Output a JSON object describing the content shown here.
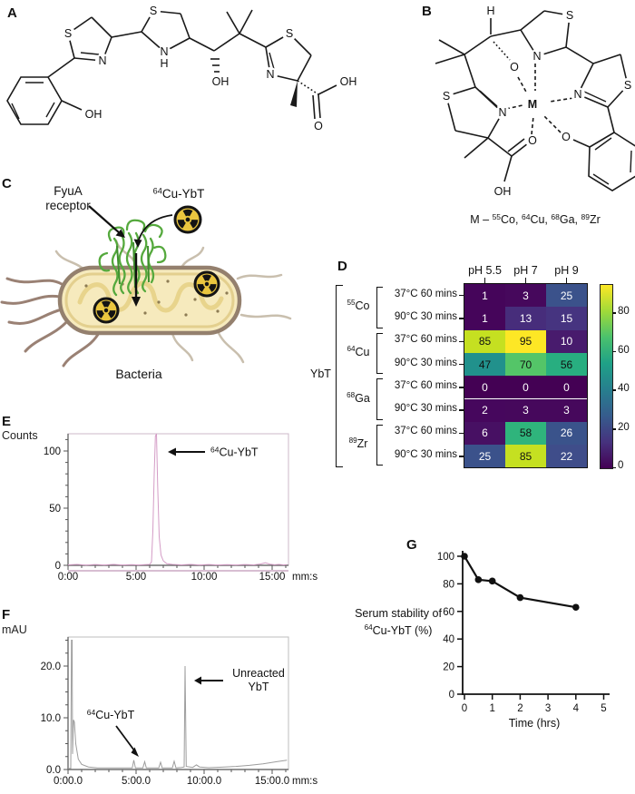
{
  "panels": {
    "a": "A",
    "b": "B",
    "c": "C",
    "d": "D",
    "e": "E",
    "f": "F",
    "g": "G"
  },
  "panel_a": {
    "atoms": {
      "s1": "S",
      "n1": "N",
      "oh_phenol": "OH",
      "s2": "S",
      "n2": "N",
      "nh": "H",
      "oh_chain": "OH",
      "s3": "S",
      "n3": "N",
      "oh_acid": "OH",
      "o_acid": "O"
    }
  },
  "panel_b": {
    "atoms": {
      "h": "H",
      "o_alkoxide": "O",
      "s_top": "S",
      "n_top": "N",
      "s_right": "S",
      "n_right": "N",
      "s_left": "S",
      "n_left": "N",
      "o_carbonyl": "O",
      "o_phenolate": "O",
      "oh_acid": "OH",
      "metal": "M"
    },
    "caption_parts": [
      {
        "t": "M – "
      },
      {
        "s": "55"
      },
      {
        "t": "Co, "
      },
      {
        "s": "64"
      },
      {
        "t": "Cu, "
      },
      {
        "s": "68"
      },
      {
        "t": "Ga, "
      },
      {
        "s": "89"
      },
      {
        "t": "Zr"
      }
    ]
  },
  "panel_c": {
    "receptor_label_line1": "FyuA",
    "receptor_label_line2": "receptor",
    "tracer_label_parts": [
      {
        "s": "64"
      },
      {
        "t": "Cu-YbT"
      }
    ],
    "caption": "Bacteria"
  },
  "chart_data": [
    {
      "id": "d_heatmap",
      "type": "heatmap",
      "panel": "D",
      "col_headers": [
        "pH 5.5",
        "pH 7",
        "pH 9"
      ],
      "row_groups": [
        {
          "isotope_parts": [
            {
              "s": "55"
            },
            {
              "t": "Co"
            }
          ]
        },
        {
          "isotope_parts": [
            {
              "s": "64"
            },
            {
              "t": "Cu"
            }
          ]
        },
        {
          "isotope_parts": [
            {
              "s": "68"
            },
            {
              "t": "Ga"
            }
          ]
        },
        {
          "isotope_parts": [
            {
              "s": "89"
            },
            {
              "t": "Zr"
            }
          ]
        }
      ],
      "row_labels": [
        "37°C 60 mins",
        "90°C 30 mins",
        "37°C 60 mins",
        "90°C 30 mins",
        "37°C 60 mins",
        "90°C 30 mins",
        "37°C 60 mins",
        "90°C 30 mins"
      ],
      "values": [
        [
          1,
          3,
          25
        ],
        [
          1,
          13,
          15
        ],
        [
          85,
          95,
          10
        ],
        [
          47,
          70,
          56
        ],
        [
          0,
          0,
          0
        ],
        [
          2,
          3,
          3
        ],
        [
          6,
          58,
          26
        ],
        [
          25,
          85,
          22
        ]
      ],
      "cell_colors": [
        [
          "#45055a",
          "#46085c",
          "#3b528b"
        ],
        [
          "#45055a",
          "#472d7b",
          "#463480"
        ],
        [
          "#c5e021",
          "#fde725",
          "#481b6d"
        ],
        [
          "#21918c",
          "#54c568",
          "#28ae80"
        ],
        [
          "#440154",
          "#440154",
          "#440154"
        ],
        [
          "#46075d",
          "#46085c",
          "#46085c"
        ],
        [
          "#471063",
          "#2fb47c",
          "#3a538b"
        ],
        [
          "#3b528b",
          "#c5e021",
          "#3f4d8a"
        ]
      ],
      "group_label": "YbT",
      "colorbar": {
        "tick_labels": [
          "80",
          "60",
          "40",
          "20",
          "0"
        ],
        "tick_values": [
          80,
          60,
          40,
          20,
          0
        ],
        "vmin": 0,
        "vmax": 95,
        "gradient": [
          "#440154",
          "#46327e",
          "#365c8d",
          "#277f8e",
          "#1fa187",
          "#4ac16d",
          "#a0da39",
          "#fde725"
        ]
      }
    },
    {
      "id": "e_radio_trace",
      "type": "line",
      "panel": "E",
      "ylabel": "Counts",
      "ytick_labels": [
        "100",
        "50",
        "0"
      ],
      "ytick_values": [
        100,
        50,
        0
      ],
      "xtick_labels": [
        "0:00",
        "5:00",
        "10:00",
        "15:00"
      ],
      "xtick_seconds": [
        0,
        300,
        600,
        900
      ],
      "x_unit": "mm:ss",
      "ylim": [
        0,
        120
      ],
      "annotation_parts": [
        {
          "s": "64"
        },
        {
          "t": "Cu-YbT"
        }
      ],
      "peak": {
        "time_mmss": "6:27",
        "counts": 115
      },
      "trace_color": "#d49cc6",
      "points": [
        [
          0,
          0.4
        ],
        [
          40,
          0.8
        ],
        [
          80,
          0.2
        ],
        [
          120,
          0.7
        ],
        [
          160,
          0.3
        ],
        [
          200,
          0.8
        ],
        [
          240,
          0.3
        ],
        [
          280,
          0.6
        ],
        [
          310,
          0.3
        ],
        [
          340,
          0.6
        ],
        [
          360,
          0.8
        ],
        [
          368,
          3
        ],
        [
          374,
          30
        ],
        [
          380,
          80
        ],
        [
          385,
          113
        ],
        [
          390,
          115
        ],
        [
          395,
          70
        ],
        [
          402,
          25
        ],
        [
          410,
          9
        ],
        [
          420,
          4
        ],
        [
          435,
          1.5
        ],
        [
          460,
          0.8
        ],
        [
          500,
          0.4
        ],
        [
          540,
          0.8
        ],
        [
          580,
          0.3
        ],
        [
          620,
          0.7
        ],
        [
          660,
          0.3
        ],
        [
          700,
          0.6
        ],
        [
          740,
          0.3
        ],
        [
          780,
          0.7
        ],
        [
          820,
          0.4
        ],
        [
          850,
          1.2
        ],
        [
          870,
          2.2
        ],
        [
          890,
          1
        ],
        [
          910,
          0.5
        ],
        [
          930,
          0.8
        ],
        [
          950,
          0.4
        ],
        [
          965,
          0.6
        ]
      ]
    },
    {
      "id": "f_uv_trace",
      "type": "line",
      "panel": "F",
      "ylabel": "mAU",
      "ytick_labels": [
        "20.0",
        "10.0",
        "0.0"
      ],
      "ytick_values": [
        20,
        10,
        0
      ],
      "xtick_labels": [
        "0:00.0",
        "5:00.0",
        "10:00.0",
        "15:00.0"
      ],
      "xtick_seconds": [
        0,
        300,
        600,
        900
      ],
      "x_unit": "mm:ss",
      "annotation_cu_parts": [
        {
          "s": "64"
        },
        {
          "t": "Cu-YbT"
        }
      ],
      "annotation_unreacted_lines": [
        "Unreacted",
        "YbT"
      ],
      "trace_color": "#9d9d9d",
      "points": [
        [
          0,
          0.2
        ],
        [
          12,
          0.2
        ],
        [
          15,
          25
        ],
        [
          18,
          25
        ],
        [
          20,
          3
        ],
        [
          24,
          9.6
        ],
        [
          28,
          9.2
        ],
        [
          34,
          5
        ],
        [
          45,
          2
        ],
        [
          60,
          1
        ],
        [
          90,
          0.5
        ],
        [
          130,
          0.3
        ],
        [
          180,
          0.3
        ],
        [
          240,
          0.3
        ],
        [
          283,
          0.3
        ],
        [
          290,
          1.8
        ],
        [
          297,
          0.3
        ],
        [
          330,
          0.3
        ],
        [
          338,
          1.5
        ],
        [
          345,
          0.3
        ],
        [
          400,
          0.3
        ],
        [
          408,
          1.4
        ],
        [
          415,
          0.3
        ],
        [
          460,
          0.3
        ],
        [
          468,
          1.6
        ],
        [
          476,
          0.3
        ],
        [
          500,
          0.4
        ],
        [
          512,
          0.5
        ],
        [
          516,
          20
        ],
        [
          521,
          0.6
        ],
        [
          550,
          0.4
        ],
        [
          566,
          0.9
        ],
        [
          580,
          0.5
        ],
        [
          620,
          0.35
        ],
        [
          680,
          0.45
        ],
        [
          740,
          0.6
        ],
        [
          800,
          0.8
        ],
        [
          860,
          1.1
        ],
        [
          920,
          1.5
        ],
        [
          965,
          1.8
        ]
      ]
    },
    {
      "id": "g_serum_stability",
      "type": "line",
      "panel": "G",
      "ylabel_line1": "Serum stability of",
      "ylabel_line2_parts": [
        {
          "s": "64"
        },
        {
          "t": "Cu-YbT (%)"
        }
      ],
      "xlabel": "Time (hrs)",
      "xtick_labels": [
        "0",
        "1",
        "2",
        "3",
        "4",
        "5"
      ],
      "xtick_values": [
        0,
        1,
        2,
        3,
        4,
        5
      ],
      "ytick_labels": [
        "0",
        "20",
        "40",
        "60",
        "80",
        "100"
      ],
      "ytick_values": [
        0,
        20,
        40,
        60,
        80,
        100
      ],
      "xlim": [
        0,
        5
      ],
      "ylim": [
        0,
        100
      ],
      "x": [
        0,
        0.5,
        1,
        2,
        4
      ],
      "y": [
        100,
        83,
        82,
        70,
        63
      ]
    }
  ]
}
